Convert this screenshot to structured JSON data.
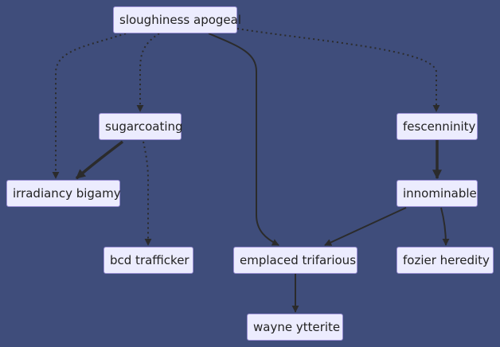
{
  "diagram": {
    "nodes": {
      "sloughiness": "sloughiness apogeal",
      "sugarcoating": "sugarcoating",
      "fescenninity": "fescenninity",
      "irradiancy": "irradiancy bigamy",
      "innominable": "innominable",
      "bcd": "bcd trafficker",
      "emplaced": "emplaced trifarious",
      "fozier": "fozier heredity",
      "wayne": "wayne ytterite"
    },
    "edges": [
      {
        "from": "sloughiness",
        "to": "irradiancy",
        "style": "dotted"
      },
      {
        "from": "sloughiness",
        "to": "sugarcoating",
        "style": "dotted"
      },
      {
        "from": "sloughiness",
        "to": "emplaced",
        "style": "solid"
      },
      {
        "from": "sloughiness",
        "to": "fescenninity",
        "style": "dotted"
      },
      {
        "from": "sugarcoating",
        "to": "irradiancy",
        "style": "thick"
      },
      {
        "from": "sugarcoating",
        "to": "bcd",
        "style": "dotted"
      },
      {
        "from": "fescenninity",
        "to": "innominable",
        "style": "thick"
      },
      {
        "from": "innominable",
        "to": "emplaced",
        "style": "solid"
      },
      {
        "from": "innominable",
        "to": "fozier",
        "style": "solid"
      },
      {
        "from": "emplaced",
        "to": "wayne",
        "style": "solid"
      }
    ]
  }
}
